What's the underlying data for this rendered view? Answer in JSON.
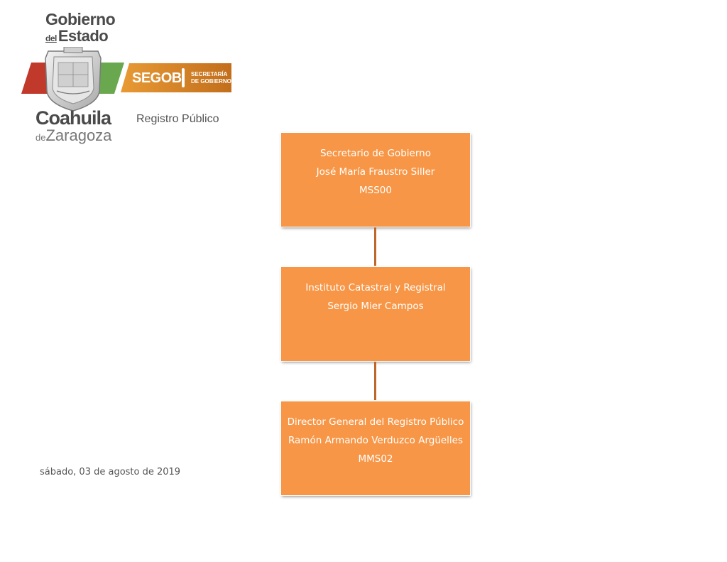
{
  "header": {
    "logo_line1": "Gobierno",
    "logo_del": "del",
    "logo_line2": "Estado",
    "segob": "SEGOB",
    "segob_sub1": "SECRETARÍA",
    "segob_sub2": "DE GOBIERNO",
    "state_name": "Coahuila",
    "state_de": "de",
    "state_suffix": "Zaragoza",
    "section_title": "Registro Público"
  },
  "org_chart": {
    "nodes": [
      {
        "title": "Secretario de Gobierno",
        "name": "José María Fraustro Siller",
        "code": "MSS00"
      },
      {
        "title": "Instituto Catastral y Registral",
        "name": "Sergio Mier Campos"
      },
      {
        "title": "Director General del Registro Público",
        "name": "Ramón Armando Verduzco Argüelles",
        "code": "MMS02"
      }
    ]
  },
  "footer": {
    "date": "sábado, 03 de agosto de 2019"
  },
  "colors": {
    "box_fill": "#f79646",
    "connector": "#c0662a",
    "flag_red": "#c0392b",
    "flag_green": "#6aa84f",
    "segob_orange": "#d9822b"
  }
}
